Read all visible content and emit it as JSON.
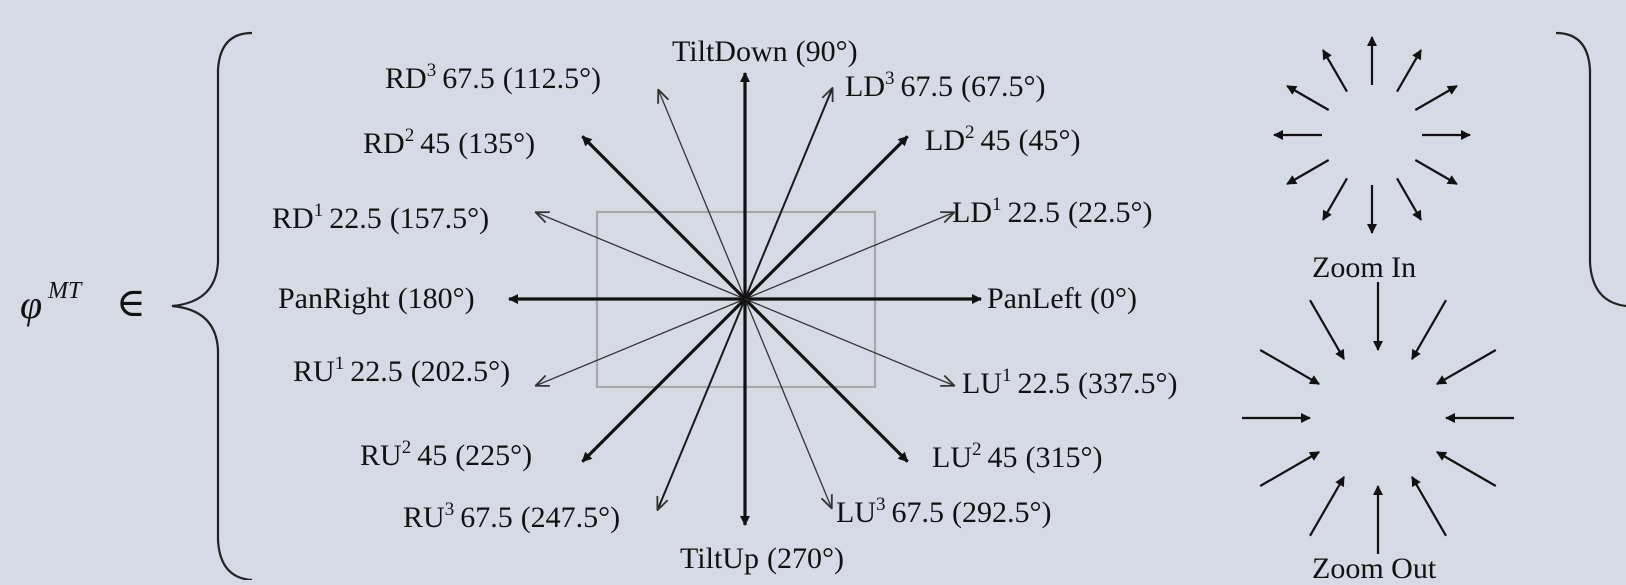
{
  "formula": {
    "symbol": "φ",
    "superscript": "MT",
    "relation": "∈"
  },
  "center_box": {
    "stroke_color": "#a8a8a8"
  },
  "directions": [
    {
      "id": "pan-left",
      "name": "PanLeft",
      "sup": "",
      "mag": "",
      "angle": "(0°)",
      "angle_deg": 0,
      "weight": "bold"
    },
    {
      "id": "ld1",
      "name": "LD",
      "sup": "1",
      "mag": "22.5",
      "angle": "(22.5°)",
      "angle_deg": 22.5,
      "weight": "light"
    },
    {
      "id": "ld2",
      "name": "LD",
      "sup": "2",
      "mag": "45",
      "angle": "(45°)",
      "angle_deg": 45,
      "weight": "bold"
    },
    {
      "id": "ld3",
      "name": "LD",
      "sup": "3",
      "mag": "67.5",
      "angle": "(67.5°)",
      "angle_deg": 67.5,
      "weight": "medium"
    },
    {
      "id": "tilt-down",
      "name": "TiltDown",
      "sup": "",
      "mag": "",
      "angle": "(90°)",
      "angle_deg": 90,
      "weight": "bold"
    },
    {
      "id": "rd3",
      "name": "RD",
      "sup": "3",
      "mag": "67.5",
      "angle": "(112.5°)",
      "angle_deg": 112.5,
      "weight": "light"
    },
    {
      "id": "rd2",
      "name": "RD",
      "sup": "2",
      "mag": "45",
      "angle": "(135°)",
      "angle_deg": 135,
      "weight": "bold"
    },
    {
      "id": "rd1",
      "name": "RD",
      "sup": "1",
      "mag": "22.5",
      "angle": "(157.5°)",
      "angle_deg": 157.5,
      "weight": "light"
    },
    {
      "id": "pan-right",
      "name": "PanRight",
      "sup": "",
      "mag": "",
      "angle": "(180°)",
      "angle_deg": 180,
      "weight": "bold"
    },
    {
      "id": "ru1",
      "name": "RU",
      "sup": "1",
      "mag": "22.5",
      "angle": "(202.5°)",
      "angle_deg": 202.5,
      "weight": "light"
    },
    {
      "id": "ru2",
      "name": "RU",
      "sup": "2",
      "mag": "45",
      "angle": "(225°)",
      "angle_deg": 225,
      "weight": "bold"
    },
    {
      "id": "ru3",
      "name": "RU",
      "sup": "3",
      "mag": "67.5",
      "angle": "(247.5°)",
      "angle_deg": 247.5,
      "weight": "medium"
    },
    {
      "id": "tilt-up",
      "name": "TiltUp",
      "sup": "",
      "mag": "",
      "angle": "(270°)",
      "angle_deg": 270,
      "weight": "bold"
    },
    {
      "id": "lu3",
      "name": "LU",
      "sup": "3",
      "mag": "67.5",
      "angle": "(292.5°)",
      "angle_deg": 292.5,
      "weight": "light"
    },
    {
      "id": "lu2",
      "name": "LU",
      "sup": "2",
      "mag": "45",
      "angle": "(315°)",
      "angle_deg": 315,
      "weight": "bold"
    },
    {
      "id": "lu1",
      "name": "LU",
      "sup": "1",
      "mag": "22.5",
      "angle": "(337.5°)",
      "angle_deg": 337.5,
      "weight": "light"
    }
  ],
  "zoom_in": {
    "label": "Zoom In"
  },
  "zoom_out": {
    "label": "Zoom Out"
  }
}
